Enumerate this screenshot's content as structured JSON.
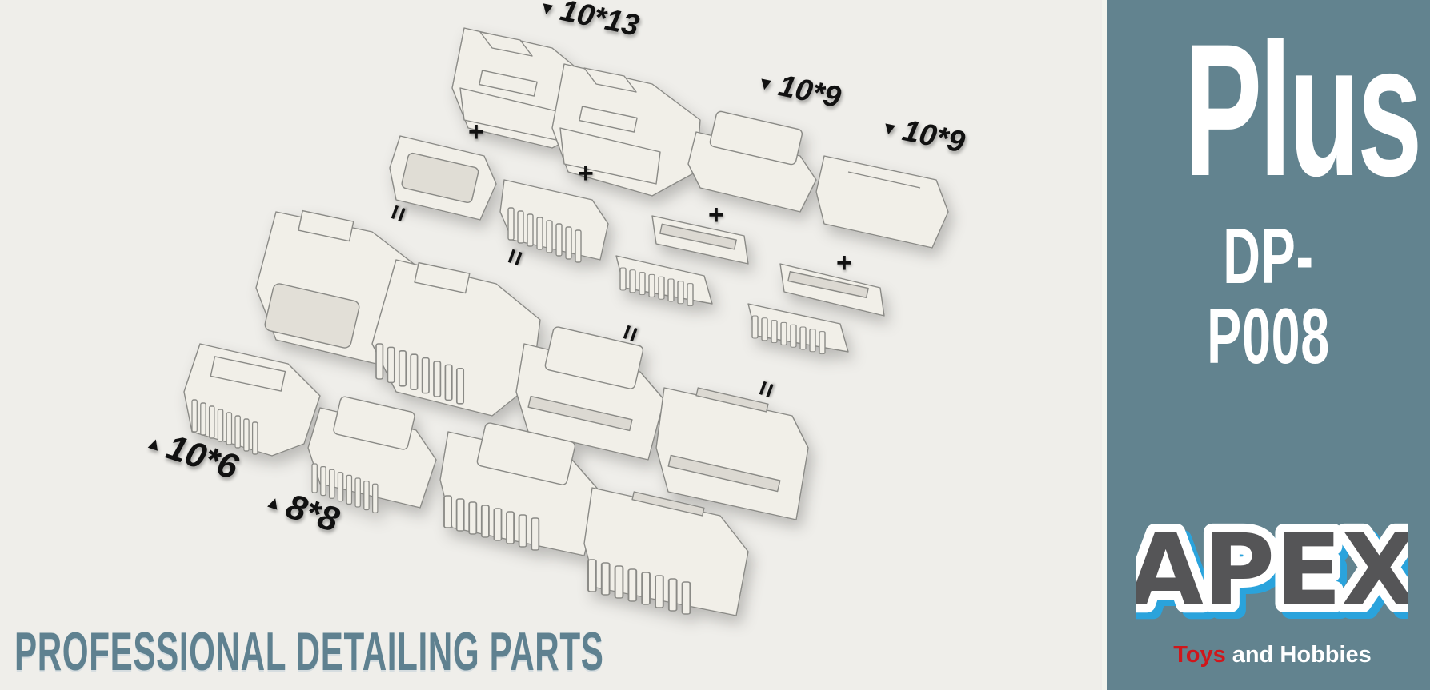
{
  "banner": {
    "series": "Plus",
    "product_code": "DP-P008",
    "tagline": "PROFESSIONAL DETAILING PARTS"
  },
  "brand": {
    "logo_text": "APEX",
    "subtitle_red": "Toys",
    "subtitle_white": "and Hobbies"
  },
  "size_labels": [
    {
      "id": "top-large",
      "marker": "▼",
      "text": "10*13"
    },
    {
      "id": "top-mid",
      "marker": "▼",
      "text": "10*9"
    },
    {
      "id": "top-right",
      "marker": "▼",
      "text": "10*9"
    },
    {
      "id": "bottom-left",
      "marker": "▲",
      "text": "10*6"
    },
    {
      "id": "bottom-mid",
      "marker": "▲",
      "text": "8*8"
    }
  ],
  "symbols": {
    "plus": "+",
    "equals": "="
  },
  "colors": {
    "background": "#efeeea",
    "panel": "#62838f",
    "tagline": "#5f8190",
    "part_fill": "#f1efe8",
    "part_stroke": "#8a8a86",
    "logo_gray": "#555557",
    "logo_blue": "#2aa3dc",
    "brand_red": "#d0161b"
  }
}
